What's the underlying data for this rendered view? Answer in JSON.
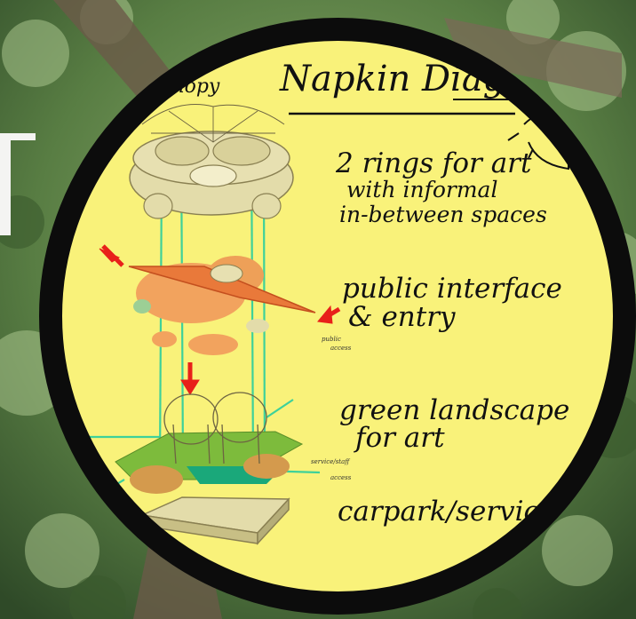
{
  "diagram": {
    "title": "Napkin Diagram",
    "canopy_label": "canopy",
    "labels": [
      {
        "line1": "2 rings for art",
        "line2": "with informal",
        "line3": "in-between spaces"
      },
      {
        "line1": "public interface",
        "line2": "& entry"
      },
      {
        "line1": "green landscape",
        "line2": "for art"
      },
      {
        "line1": "carpark/servic"
      }
    ],
    "small_notes": {
      "public_access_1": "public",
      "public_access_2": "access",
      "service_access_1": "service/staff",
      "service_access_2": "access"
    }
  },
  "colors": {
    "napkin": "#f9f27a",
    "ring": "#0c0c0c",
    "canopy": "#e3dcaa",
    "interface": "#f2a35e",
    "green": "#7dbb3c",
    "arrow_red": "#e8201a",
    "guide_green": "#3ed19a"
  }
}
